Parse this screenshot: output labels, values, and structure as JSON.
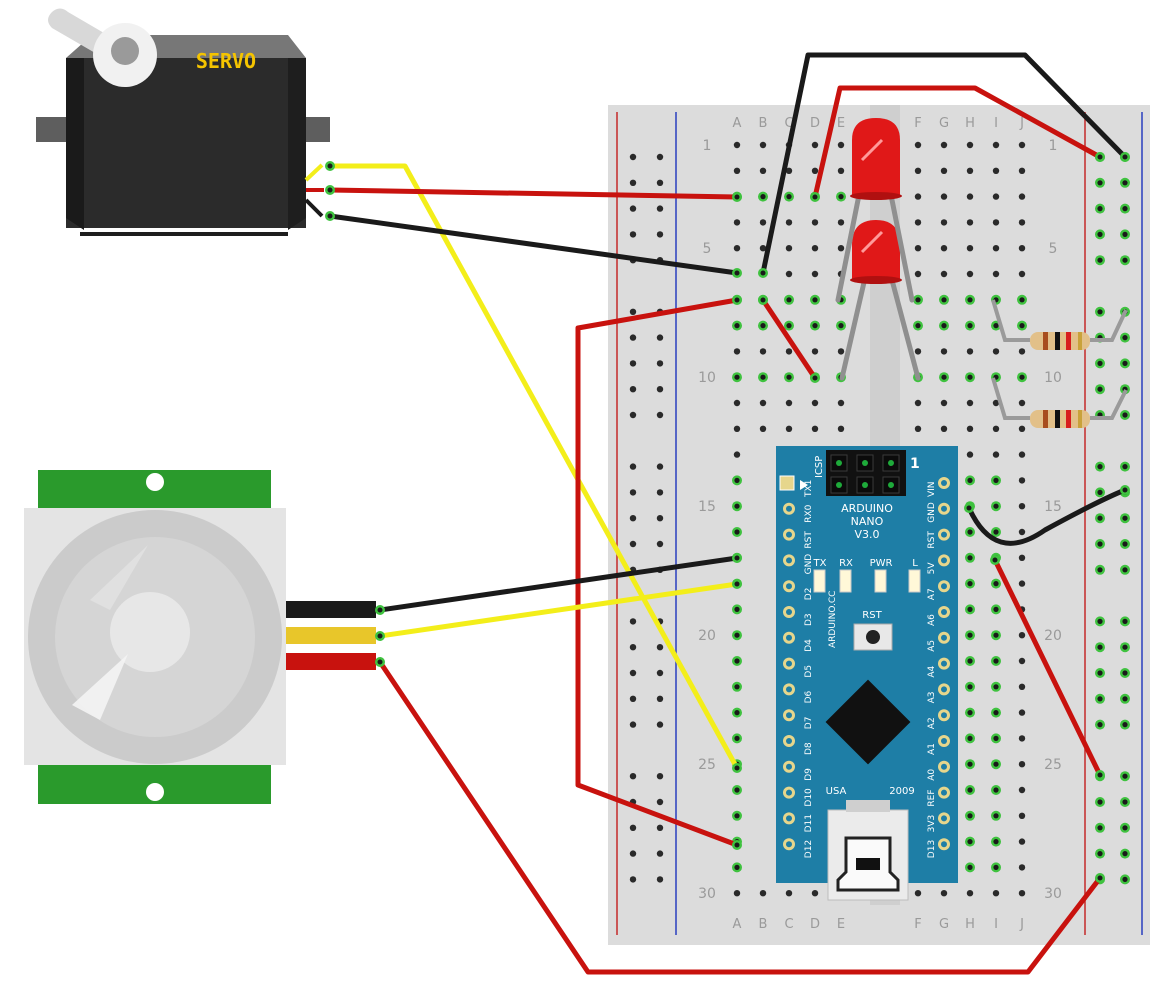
{
  "servo": {
    "label": "SERVO"
  },
  "breadboard": {
    "column_letters": [
      "A",
      "B",
      "C",
      "D",
      "E",
      "F",
      "G",
      "H",
      "I",
      "J"
    ],
    "row_numbers": [
      "1",
      "5",
      "10",
      "15",
      "20",
      "25",
      "30"
    ]
  },
  "arduino": {
    "name_line1": "ARDUINO",
    "name_line2": "NANO",
    "version": "V3.0",
    "icsp": "ICSP",
    "pin1_marker": "1",
    "led_tx": "TX",
    "led_rx": "RX",
    "led_pwr": "PWR",
    "led_l": "L",
    "reset": "RST",
    "brand": "ARDUINO.CC",
    "made_in": "USA",
    "year": "2009",
    "left_pins": [
      "TX1",
      "RX0",
      "RST",
      "GND",
      "D2",
      "D3",
      "D4",
      "D5",
      "D6",
      "D7",
      "D8",
      "D9",
      "D10",
      "D11",
      "D12"
    ],
    "right_pins": [
      "VIN",
      "GND",
      "RST",
      "5V",
      "A7",
      "A6",
      "A5",
      "A4",
      "A3",
      "A2",
      "A1",
      "A0",
      "REF",
      "3V3",
      "D13"
    ]
  },
  "colors": {
    "wire_red": "#c8120e",
    "wire_black": "#1a1a1a",
    "wire_yellow": "#f3ee1a",
    "board_blue": "#1e7ea6",
    "breadboard": "#dcdcdc",
    "pir_green": "#2a9a2c",
    "servo_body": "#2b2b2b",
    "servo_label": "#f5c400"
  },
  "icons": [
    "servo-motor-icon",
    "pir-sensor-icon",
    "led-icon",
    "resistor-icon",
    "usb-connector-icon",
    "chip-icon"
  ]
}
